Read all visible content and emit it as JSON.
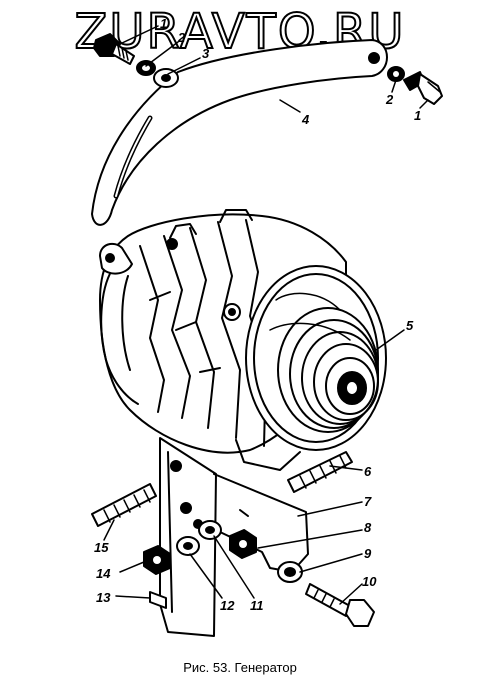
{
  "watermark": "ZURAVTO.RU",
  "caption": "Рис. 53. Генератор",
  "callouts": [
    "1",
    "2",
    "3",
    "4",
    "2",
    "1",
    "5",
    "6",
    "7",
    "8",
    "9",
    "10",
    "11",
    "12",
    "13",
    "14",
    "15"
  ],
  "colors": {
    "ink": "#000000",
    "paper": "#ffffff"
  }
}
